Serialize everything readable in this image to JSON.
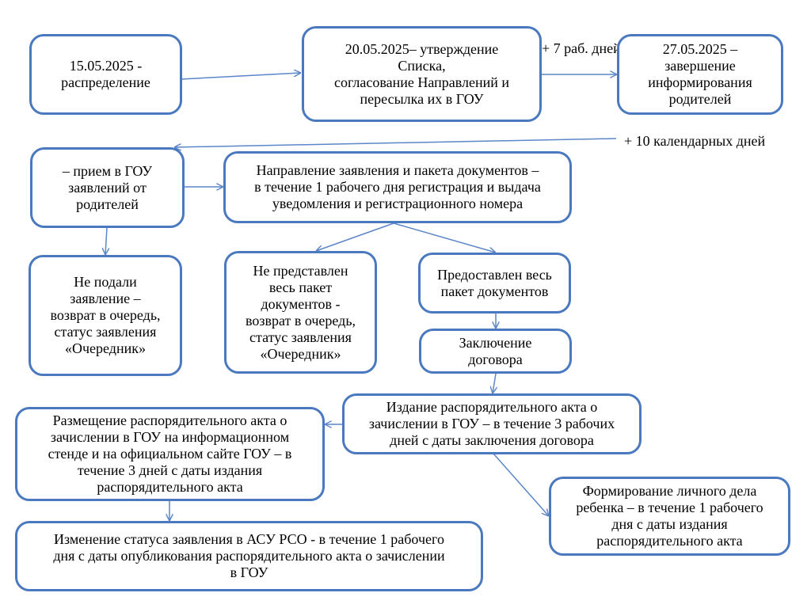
{
  "nodes": {
    "distribution": "15.05.2025 -\nраспределение",
    "approval": "20.05.2025– утверждение\nСписка,\nсогласование Направлений и\nпересылка их в ГОУ",
    "inform": "27.05.2025 –\nзавершение\nинформирования\nродителей",
    "reception": "– прием в ГОУ\nзаявлений от\nродителей",
    "submission": "Направление заявления и пакета документов –\nв течение 1 рабочего дня регистрация и выдача\nуведомления и регистрационного номера",
    "not_submitted": "Не подали\nзаявление –\nвозврат в очередь,\nстатус заявления\n«Очередник»",
    "incomplete": "Не представлен\nвесь пакет\nдокументов -\nвозврат в очередь,\nстатус заявления\n«Очередник»",
    "complete": "Предоставлен весь\nпакет документов",
    "contract": "Заключение\nдоговора",
    "enrollment_act": "Издание распорядительного акта о\nзачислении в ГОУ – в течение 3 рабочих\nдней с даты заключения договора",
    "publication": "Размещение распорядительного акта о\nзачислении в ГОУ на информационном\nстенде и на официальном сайте ГОУ – в\nтечение 3 дней с даты издания\nраспорядительного акта",
    "status_change": "Изменение статуса заявления в АСУ РСО - в течение 1 рабочего\nдня с даты опубликования распорядительного акта о зачислении\nв ГОУ",
    "personal_file": "Формирование личного дела\nребенка – в течение 1 рабочего\nдня с даты издания\nраспорядительного акта"
  },
  "edge_labels": {
    "plus_7_work_days": "+ 7 раб. дней",
    "plus_10_calendar_days": "+ 10 календарных дней"
  },
  "colors": {
    "box_border": "#4a79c0",
    "arrow": "#5b86c8",
    "text": "#000000"
  }
}
